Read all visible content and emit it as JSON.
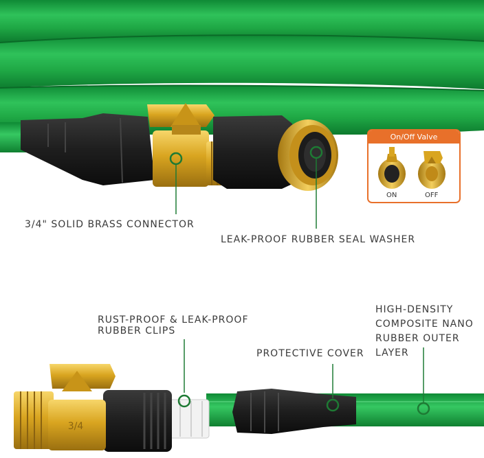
{
  "labels": {
    "brass_connector": "3/4\" SOLID BRASS CONNECTOR",
    "seal_washer": "LEAK-PROOF RUBBER SEAL WASHER",
    "rubber_clips_line1": "RUST-PROOF & LEAK-PROOF",
    "rubber_clips_line2": "RUBBER CLIPS",
    "protective_cover": "PROTECTIVE COVER",
    "outer_layer_line1": "HIGH-DENSITY",
    "outer_layer_line2": "COMPOSITE NANO",
    "outer_layer_line3": "RUBBER OUTER",
    "outer_layer_line4": "LAYER"
  },
  "valve_inset": {
    "title": "On/Off Valve",
    "on_label": "ON",
    "off_label": "OFF"
  },
  "fitting_marking": "3/4",
  "colors": {
    "hose_green": "#1fa845",
    "brass": "#d9a520",
    "fitting_black": "#1e1e1e",
    "callout_green": "#1e7a34",
    "inset_orange": "#e8702a",
    "label_text": "#3a3a3a"
  }
}
